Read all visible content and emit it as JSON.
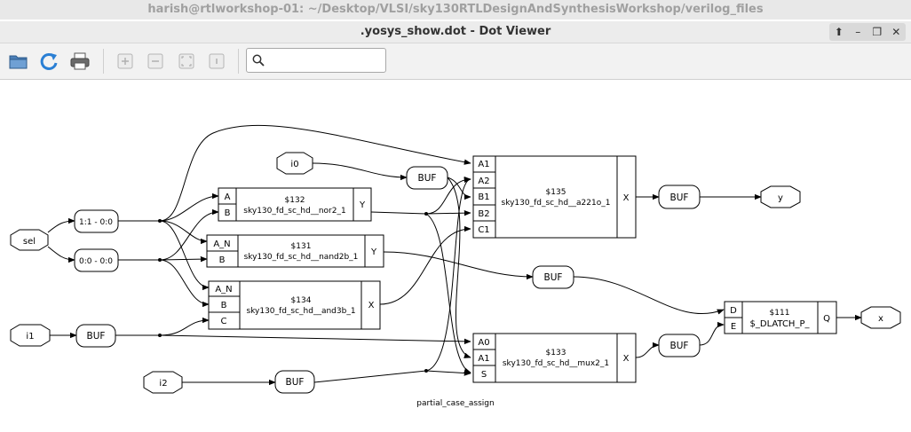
{
  "window": {
    "outer_title": "harish@rtlworkshop-01: ~/Desktop/VLSI/sky130RTLDesignAndSynthesisWorkshop/verilog_files",
    "title": ".yosys_show.dot - Dot Viewer",
    "controls": [
      "⬆",
      "–",
      "❐",
      "✕"
    ]
  },
  "toolbar": {
    "buttons": [
      "open-icon",
      "reload-icon",
      "print-icon",
      "zoom-in-icon",
      "zoom-out-icon",
      "zoom-fit-icon",
      "zoom-100-icon"
    ],
    "search_value": ""
  },
  "graph": {
    "caption": "partial_case_assign",
    "inputs": {
      "sel": "sel",
      "i0": "i0",
      "i1": "i1",
      "i2": "i2"
    },
    "outputs": {
      "y": "y",
      "x": "x"
    },
    "slices": {
      "s1": "1:1 - 0:0",
      "s0": "0:0 - 0:0"
    },
    "buf_label": "BUF",
    "cells": {
      "c132": {
        "id": "$132",
        "type": "sky130_fd_sc_hd__nor2_1",
        "pins_in": [
          "A",
          "B"
        ],
        "pin_out": "Y"
      },
      "c131": {
        "id": "$131",
        "type": "sky130_fd_sc_hd__nand2b_1",
        "pins_in": [
          "A_N",
          "B"
        ],
        "pin_out": "Y"
      },
      "c134": {
        "id": "$134",
        "type": "sky130_fd_sc_hd__and3b_1",
        "pins_in": [
          "A_N",
          "B",
          "C"
        ],
        "pin_out": "X"
      },
      "c135": {
        "id": "$135",
        "type": "sky130_fd_sc_hd__a221o_1",
        "pins_in": [
          "A1",
          "A2",
          "B1",
          "B2",
          "C1"
        ],
        "pin_out": "X"
      },
      "c133": {
        "id": "$133",
        "type": "sky130_fd_sc_hd__mux2_1",
        "pins_in": [
          "A0",
          "A1",
          "S"
        ],
        "pin_out": "X"
      },
      "c111": {
        "id": "$111",
        "type": "$_DLATCH_P_",
        "pins_in": [
          "D",
          "E"
        ],
        "pin_out": "Q"
      }
    }
  }
}
